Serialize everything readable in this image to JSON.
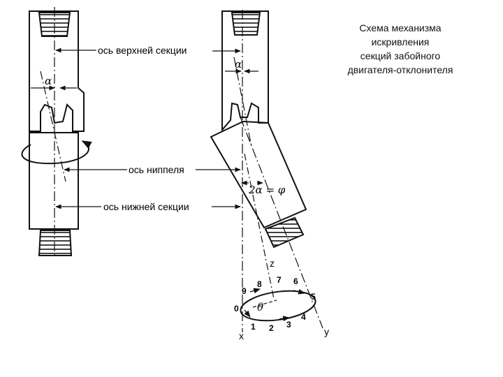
{
  "caption": {
    "lines": [
      "Схема механизма",
      "искривления",
      "секций забойного",
      "двигателя-отклонителя"
    ]
  },
  "left_figure": {
    "label_upper_axis": "ось верхней секции",
    "label_nipple_axis": "ось ниппеля",
    "label_lower_axis": "ось нижней секции",
    "angle_symbol": "α"
  },
  "right_figure": {
    "angle_symbol": "α",
    "bend_formula": "2α = φ",
    "axis_x": "x",
    "axis_y": "y",
    "axis_z": "z",
    "theta_symbol": "θ",
    "positions": [
      "0",
      "1",
      "2",
      "3",
      "4",
      "5",
      "6",
      "7",
      "8",
      "9"
    ]
  }
}
